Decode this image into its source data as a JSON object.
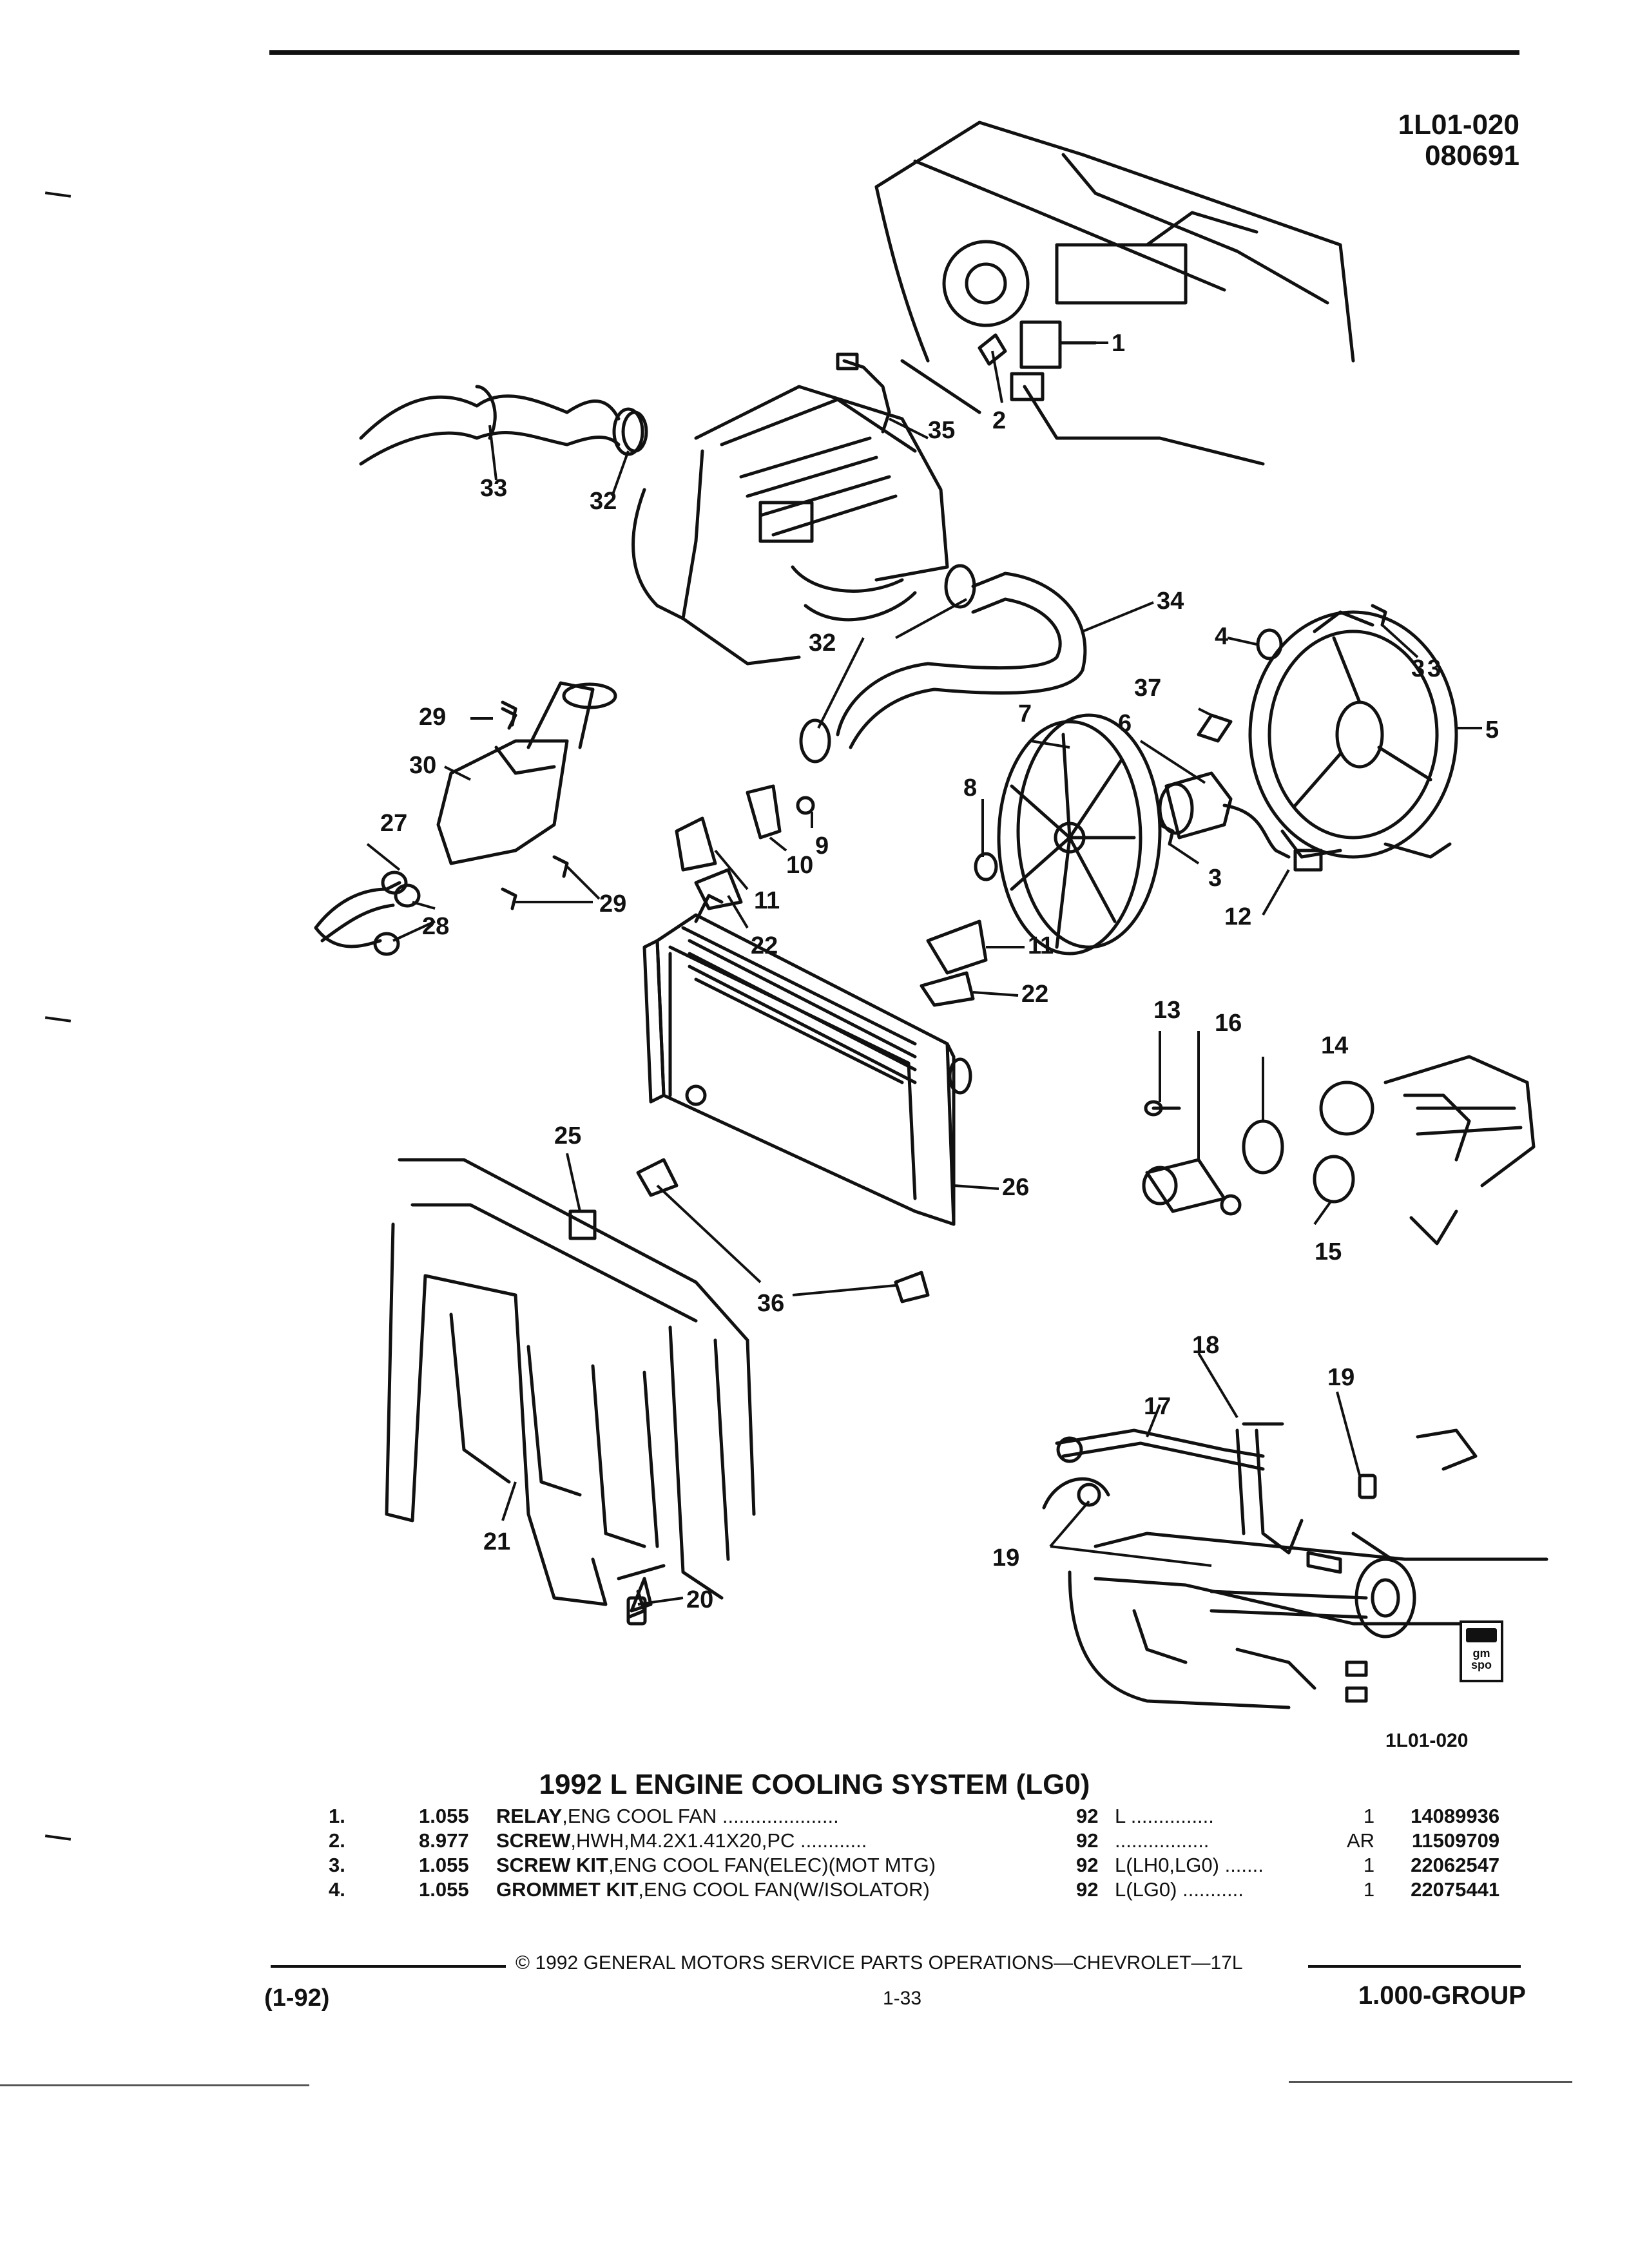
{
  "header": {
    "code": "1L01-020",
    "date": "080691"
  },
  "figure": {
    "code": "1L01-020",
    "title": "1992 L ENGINE COOLING SYSTEM (LG0)",
    "callouts": [
      "1",
      "2",
      "3",
      "3",
      "3",
      "4",
      "5",
      "6",
      "7",
      "8",
      "9",
      "10",
      "11",
      "11",
      "12",
      "13",
      "14",
      "15",
      "16",
      "17",
      "18",
      "19",
      "19",
      "20",
      "21",
      "22",
      "22",
      "25",
      "26",
      "27",
      "28",
      "29",
      "29",
      "30",
      "32",
      "32",
      "33",
      "34",
      "35",
      "36",
      "37"
    ],
    "logo_text": "gm spo"
  },
  "parts": [
    {
      "index": "1.",
      "group": "1.055",
      "name": "RELAY",
      "detail": ",ENG COOL FAN",
      "leader": " .....................",
      "year": "92",
      "application": "L",
      "app_leader": " ...............",
      "qty": "1",
      "part_number": "14089936"
    },
    {
      "index": "2.",
      "group": "8.977",
      "name": "SCREW",
      "detail": ",HWH,M4.2X1.41X20,PC",
      "leader": " ............",
      "year": "92",
      "application": "",
      "app_leader": ".................",
      "qty": "AR",
      "part_number": "11509709"
    },
    {
      "index": "3.",
      "group": "1.055",
      "name": "SCREW KIT",
      "detail": ",ENG COOL FAN(ELEC)(MOT MTG)",
      "leader": "",
      "year": "92",
      "application": "L(LH0,LG0)",
      "app_leader": " .......",
      "qty": "1",
      "part_number": "22062547"
    },
    {
      "index": "4.",
      "group": "1.055",
      "name": "GROMMET KIT",
      "detail": ",ENG COOL FAN(W/ISOLATOR)",
      "leader": "",
      "year": "92",
      "application": "L(LG0)",
      "app_leader": " ...........",
      "qty": "1",
      "part_number": "22075441"
    }
  ],
  "footer": {
    "copyright": "© 1992 GENERAL MOTORS SERVICE PARTS OPERATIONS—CHEVROLET—17L",
    "revision": "(1-92)",
    "page": "1-33",
    "group": "1.000-GROUP"
  }
}
